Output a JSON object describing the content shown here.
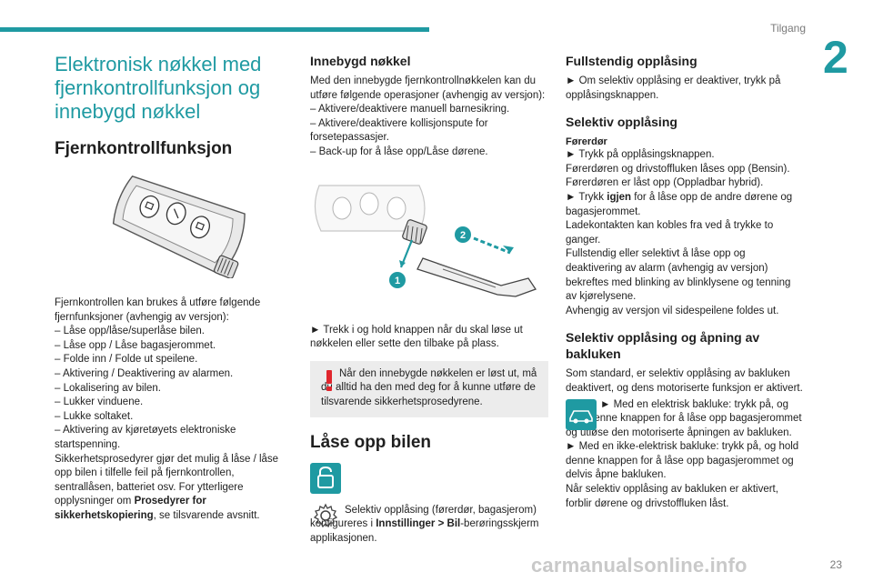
{
  "header": {
    "section": "Tilgang",
    "chapter_number": "2"
  },
  "col1": {
    "title_lines": [
      "Elektronisk nøkkel med",
      "fjernkontrollfunksjon og",
      "innebygd nøkkel"
    ],
    "heading": "Fjernkontrollfunksjon",
    "intro": "Fjernkontrollen kan brukes å utføre følgende fjernfunksjoner (avhengig av versjon):",
    "items": [
      "– Låse opp/låse/superlåse bilen.",
      "– Låse opp / Låse bagasjerommet.",
      "– Folde inn / Folde ut speilene.",
      "– Aktivering / Deaktivering av alarmen.",
      "– Lokalisering av bilen.",
      "– Lukker vinduene.",
      "– Lukke soltaket.",
      "– Aktivering av kjøretøyets elektroniske startspenning."
    ],
    "para1": "Sikkerhetsprosedyrer gjør det mulig å låse / låse opp bilen i tilfelle feil på fjernkontrollen, sentrallåsen, batteriet osv. For ytterligere opplysninger om ",
    "para1_bold": "Prosedyrer for sikkerhetskopiering",
    "para1_end": ", se tilsvarende avsnitt."
  },
  "col2": {
    "heading": "Innebygd nøkkel",
    "intro": "Med den innebygde fjernkontrollnøkkelen kan du utføre følgende operasjoner (avhengig av versjon):",
    "items": [
      "– Aktivere/deaktivere manuell barnesikring.",
      "– Aktivere/deaktivere kollisjonspute for forsetepassasjer.",
      "– Back-up for å låse opp/Låse dørene."
    ],
    "callout_1": "1",
    "callout_2": "2",
    "step": "► Trekk i og hold knappen når du skal løse ut nøkkelen eller sette den tilbake på plass.",
    "warning": "Når den innebygde nøkkelen er løst ut, må du alltid ha den med deg for å kunne utføre de tilsvarende sikkerhetsprosedyrene.",
    "heading2": "Låse opp bilen",
    "settings_text_1": "Selektiv opplåsing (førerdør, bagasjerom) konfigureres i ",
    "settings_bold": "Innstillinger > Bil",
    "settings_text_2": "-berøringsskjerm applikasjonen."
  },
  "col3": {
    "heading1": "Fullstendig opplåsing",
    "full_unlock": "► Om selektiv opplåsing er deaktiver, trykk på opplåsingsknappen.",
    "heading2": "Selektiv opplåsing",
    "sub_driver": "Førerdør",
    "selective_lines": [
      "► Trykk på opplåsingsknappen.",
      "Førerdøren og drivstoffluken låses opp (Bensin).",
      "Førerdøren er låst opp (Oppladbar hybrid)."
    ],
    "press_again_1": "► Trykk ",
    "press_again_bold": "igjen",
    "press_again_2": " for å låse opp de andre dørene og bagasjerommet.",
    "selective_more": [
      "Ladekontakten kan kobles fra ved å trykke to ganger.",
      "Fullstendig eller selektivt å låse opp og deaktivering av alarm (avhengig av versjon) bekreftes med blinking av blinklysene og tenning av kjørelysene.",
      "Avhengig av versjon vil sidespeilene foldes ut."
    ],
    "heading3": "Selektiv opplåsing og åpning av bakluken",
    "tailgate_intro": "Som standard, er selektiv opplåsing av bakluken deaktivert, og dens motoriserte funksjon er aktivert.",
    "tailgate_electric": "► Med en elektrisk bakluke: trykk på, og hold denne knappen for å låse opp bagasjerommet og utløse den motoriserte åpningen av bakluken.",
    "tailgate_manual": "► Med en ikke-elektrisk bakluke: trykk på, og hold denne knappen for å låse opp bagasjerommet og delvis åpne bakluken.",
    "tailgate_end": "Når selektiv opplåsing av bakluken er aktivert, forblir dørene og drivstoffluken låst."
  },
  "footer": {
    "page_number": "23",
    "watermark": "carmanualsonline.info"
  },
  "colors": {
    "accent": "#1f9aa2",
    "warning": "#e0262d",
    "callout": "#1f9aa2"
  }
}
